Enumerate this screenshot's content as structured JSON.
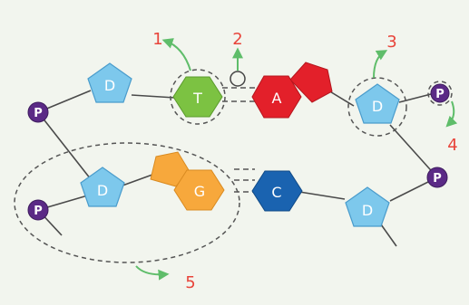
{
  "colors": {
    "background": "#f2f5ee",
    "sugar": "#7dc8ec",
    "sugar_stroke": "#4a9ccc",
    "phosphate": "#5b2a86",
    "thymine": "#7cc242",
    "adenine": "#e3202a",
    "guanine": "#f7a83c",
    "cytosine": "#1a63b0",
    "annotation_red": "#e8443a",
    "arrow_green": "#5fbd6a",
    "line": "#4a4a4a",
    "dash": "#555555"
  },
  "labels": {
    "sugar": "D",
    "phosphate": "P",
    "thymine": "T",
    "adenine": "A",
    "guanine": "G",
    "cytosine": "C"
  },
  "callouts": [
    "1",
    "2",
    "3",
    "4",
    "5"
  ]
}
